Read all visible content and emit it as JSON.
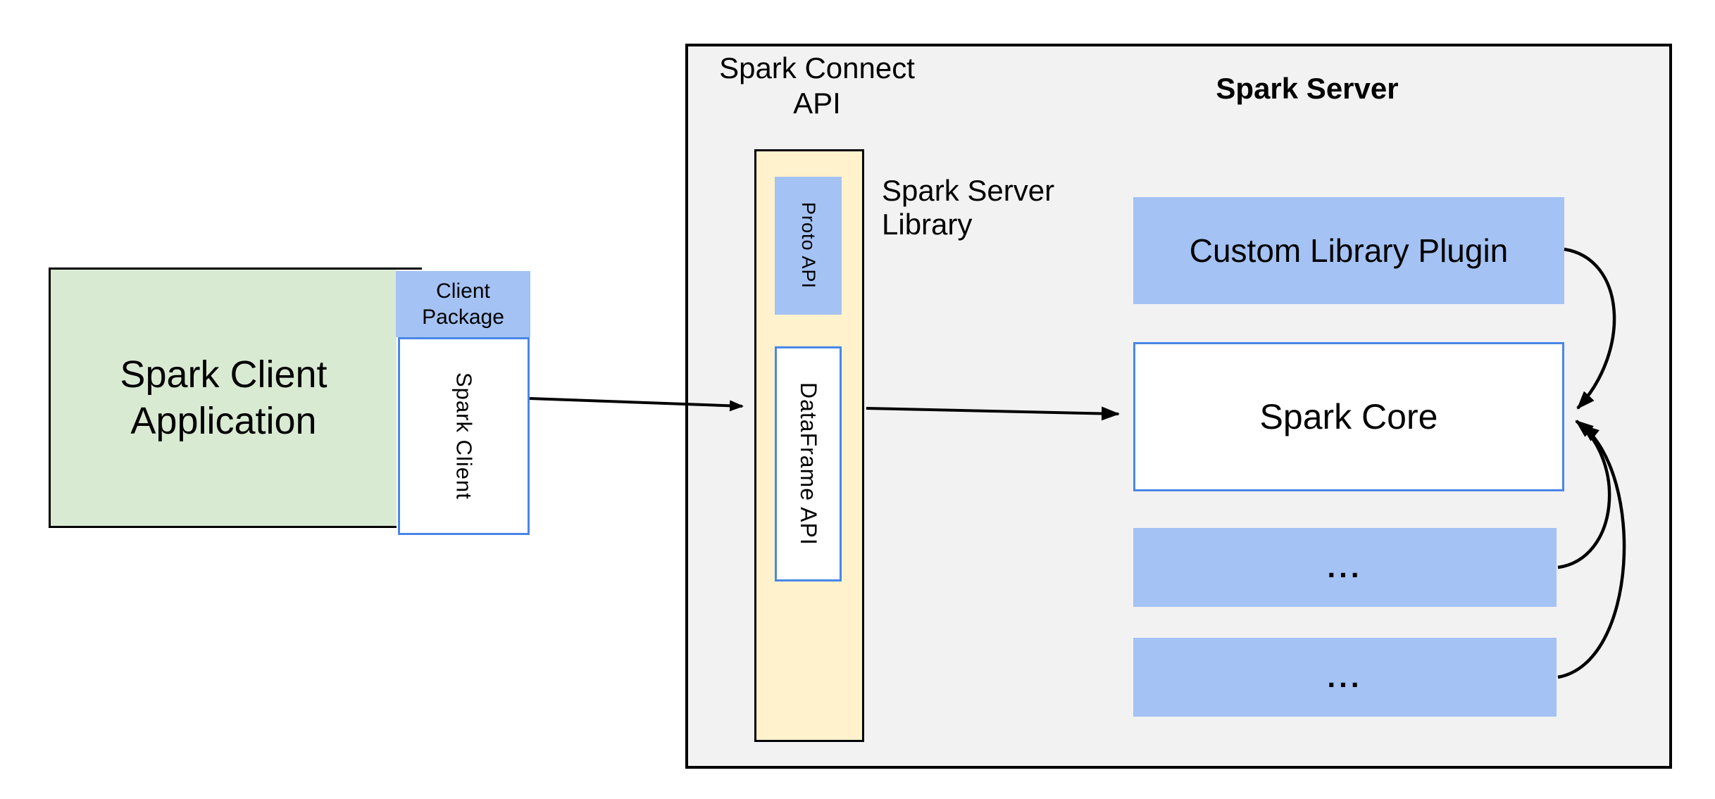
{
  "diagram": {
    "client": {
      "app_label": "Spark Client\nApplication",
      "package_label": "Client\nPackage",
      "client_label": "Spark Client"
    },
    "connect": {
      "api_label": "Spark Connect\nAPI",
      "proto_label": "Proto API",
      "dataframe_label": "DataFrame API",
      "server_library_label": "Spark Server\nLibrary"
    },
    "server": {
      "title": "Spark Server",
      "plugin_label": "Custom Library Plugin",
      "core_label": "Spark Core",
      "more_1": "...",
      "more_2": "..."
    }
  },
  "colors": {
    "green": "#d9ead3",
    "blue": "#a4c2f4",
    "yellow": "#fff2cc",
    "gray": "#f2f2f2",
    "blue_border": "#4a86e8",
    "line": "#000000"
  }
}
